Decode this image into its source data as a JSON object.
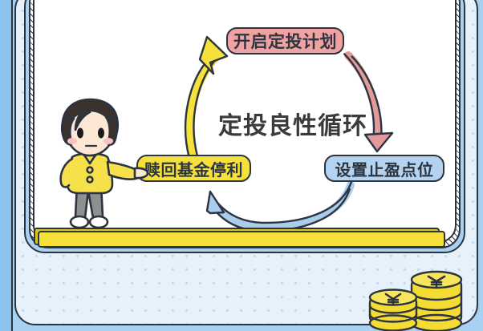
{
  "illustration": {
    "title": "定投良性循环",
    "cycle_labels": [
      {
        "id": "start-plan",
        "text": "开启定投计划",
        "color": "#f0a2a2",
        "position": "top"
      },
      {
        "id": "set-target",
        "text": "设置止盈点位",
        "color": "#b4d3f0",
        "position": "right"
      },
      {
        "id": "redeem-fund",
        "text": "赎回基金停利",
        "color": "#f5e03c",
        "position": "left"
      }
    ],
    "arrows": [
      {
        "id": "arrow-right-down",
        "color": "#e39a9a",
        "from": "开启定投计划",
        "to": "设置止盈点位"
      },
      {
        "id": "arrow-bottom-left",
        "color": "#aacdeb",
        "from": "设置止盈点位",
        "to": "赎回基金停利"
      },
      {
        "id": "arrow-left-up",
        "color": "#f5e03c",
        "from": "赎回基金停利",
        "to": "开启定投计划"
      }
    ],
    "character": {
      "name": "pointing-person",
      "hair_color": "#3b322e",
      "jacket_color": "#f7e14a",
      "pants_color": "#8f8f8f",
      "skin_color": "#fbe7d4"
    },
    "coins": {
      "symbol": "¥",
      "color": "#f5dc34",
      "stacks": 2
    },
    "palette": {
      "background": "#a8d0f0",
      "panel_dots": "#e7f1fb",
      "card": "#ffffff",
      "outline": "#2c3440",
      "platform": "#f5e03c",
      "title_text": "#3a3a3a"
    }
  }
}
